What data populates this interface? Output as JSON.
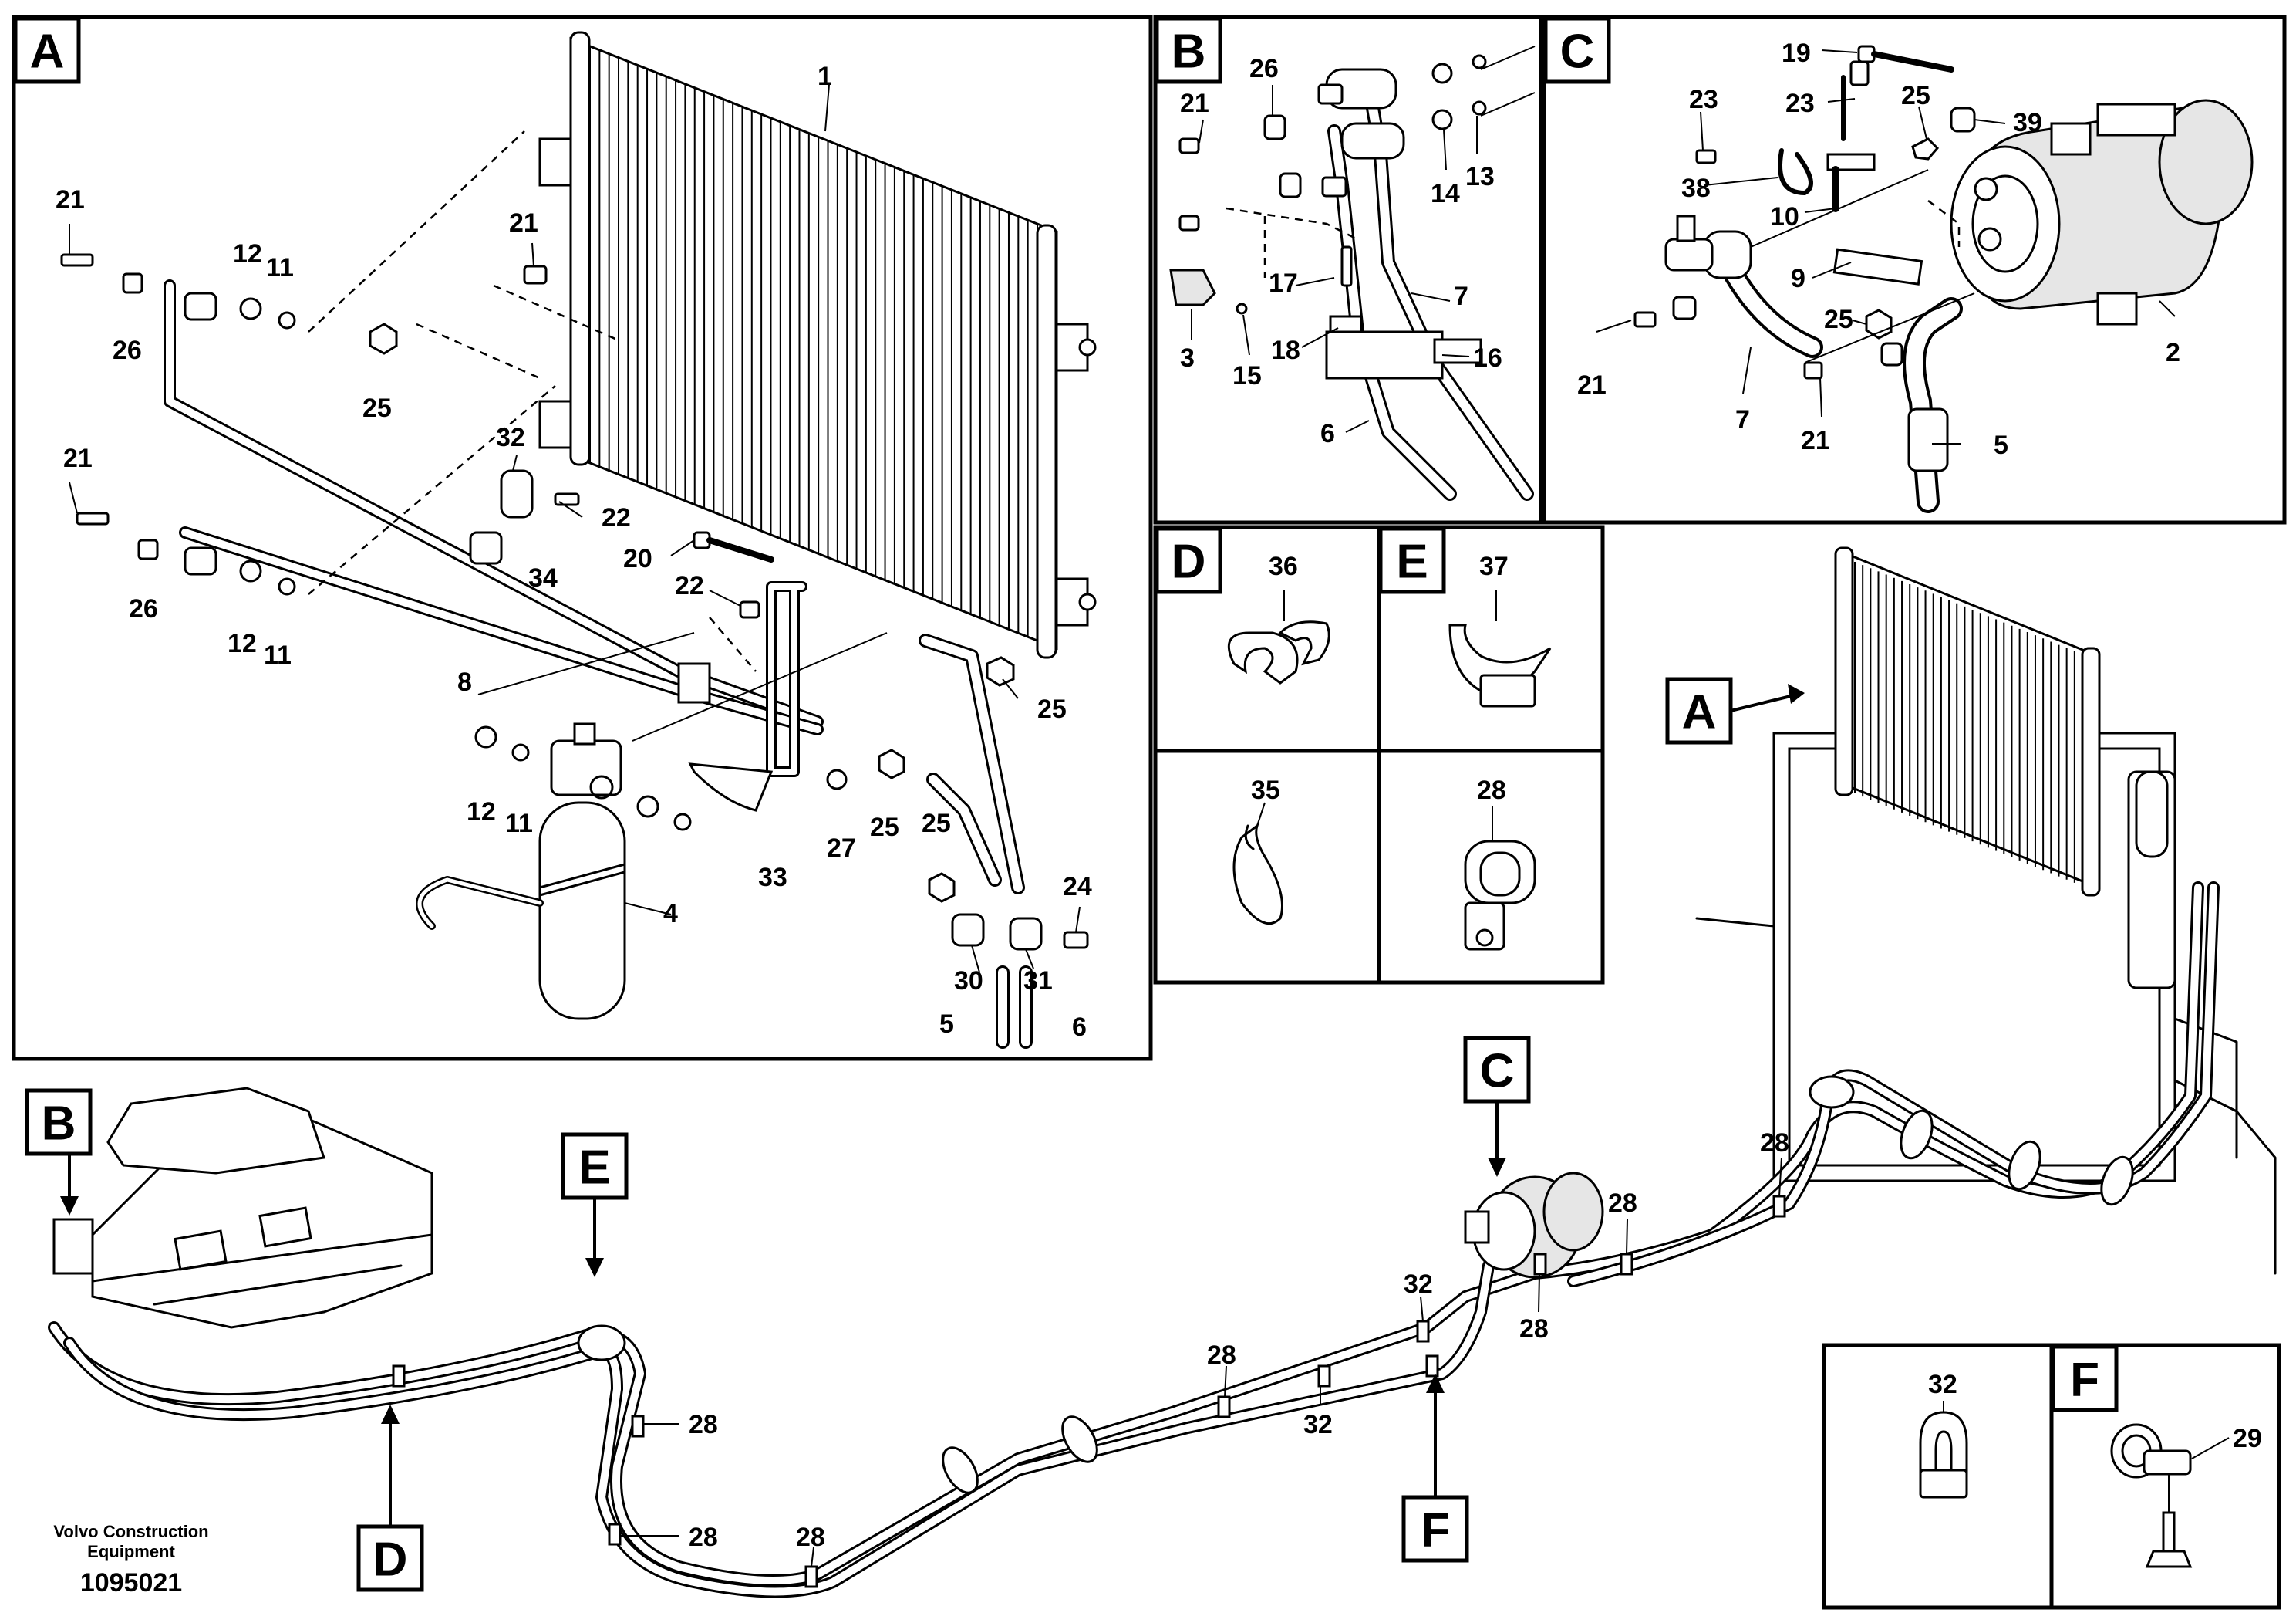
{
  "panels": {
    "A": "A",
    "B": "B",
    "C": "C",
    "D": "D",
    "E": "E",
    "F": "F"
  },
  "labels": {
    "a_1": "1",
    "a_21a": "21",
    "a_26a": "26",
    "a_12a": "12",
    "a_11a": "11",
    "a_21b": "21",
    "a_25a": "25",
    "a_32": "32",
    "a_22a": "22",
    "a_21c": "21",
    "a_26b": "26",
    "a_12b": "12",
    "a_11b": "11",
    "a_34": "34",
    "a_8": "8",
    "a_20": "20",
    "a_22b": "22",
    "a_25b": "25",
    "a_12c": "12",
    "a_11c": "11",
    "a_33": "33",
    "a_27": "27",
    "a_25c": "25",
    "a_4": "4",
    "a_25d": "25",
    "a_24": "24",
    "a_30": "30",
    "a_31": "31",
    "a_5": "5",
    "a_6": "6",
    "b_26": "26",
    "b_21a": "21",
    "b_14": "14",
    "b_13": "13",
    "b_17": "17",
    "b_7": "7",
    "b_3": "3",
    "b_15": "15",
    "b_18": "18",
    "b_16": "16",
    "b_6": "6",
    "c_19": "19",
    "c_23a": "23",
    "c_23b": "23",
    "c_25a": "25",
    "c_39": "39",
    "c_38": "38",
    "c_10": "10",
    "c_9": "9",
    "c_25b": "25",
    "c_21a": "21",
    "c_7": "7",
    "c_21b": "21",
    "c_5": "5",
    "c_2": "2",
    "d_36": "36",
    "e_37": "37",
    "d_35": "35",
    "e_28": "28",
    "o_28a": "28",
    "o_28b": "28",
    "o_28c": "28",
    "o_28d": "28",
    "o_28e": "28",
    "o_28f": "28",
    "o_28g": "28",
    "o_32a": "32",
    "o_32b": "32",
    "f_32": "32",
    "f_29": "29"
  },
  "footer": {
    "company_line1": "Volvo Construction",
    "company_line2": "Equipment",
    "drawing_number": "1095021"
  }
}
